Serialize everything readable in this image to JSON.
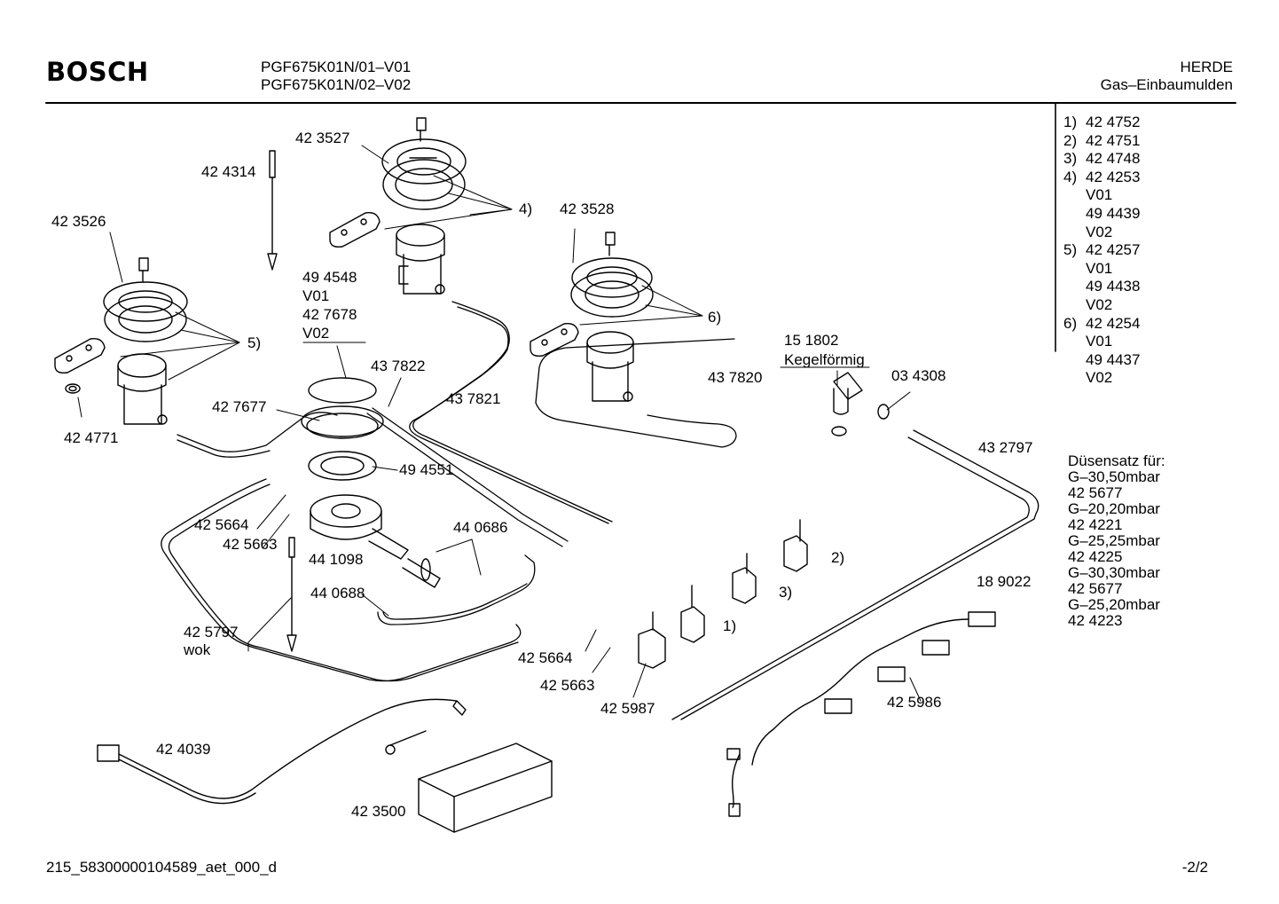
{
  "header": {
    "brand": "BOSCH",
    "models": [
      "PGF675K01N/01–V01",
      "PGF675K01N/02–V02"
    ],
    "category": "HERDE",
    "subcategory": "Gas–Einbaumulden"
  },
  "legend": [
    {
      "key": "1)",
      "value": "42 4752"
    },
    {
      "key": "2)",
      "value": "42 4751"
    },
    {
      "key": "3)",
      "value": "42 4748"
    },
    {
      "key": "4)",
      "value": "42 4253"
    },
    {
      "key": "",
      "value": "V01"
    },
    {
      "key": "",
      "value": "49 4439"
    },
    {
      "key": "",
      "value": "V02"
    },
    {
      "key": "5)",
      "value": "42 4257"
    },
    {
      "key": "",
      "value": "V01"
    },
    {
      "key": "",
      "value": "49 4438"
    },
    {
      "key": "",
      "value": "V02"
    },
    {
      "key": "6)",
      "value": "42 4254"
    },
    {
      "key": "",
      "value": "V01"
    },
    {
      "key": "",
      "value": "49 4437"
    },
    {
      "key": "",
      "value": "V02"
    }
  ],
  "nozzle_set": {
    "title": "Düsensatz für:",
    "lines": [
      "G–30,50mbar",
      "42 5677",
      "G–20,20mbar",
      "42 4221",
      "G–25,25mbar",
      "42 4225",
      "G–30,30mbar",
      "42 5677",
      "G–25,20mbar",
      "42 4223"
    ]
  },
  "parts": {
    "p423527": "42 3527",
    "p424314": "42 4314",
    "ref4": "4)",
    "p423528": "42 3528",
    "p423526": "42 3526",
    "p494548": "49 4548",
    "v01a": "V01",
    "p427678": "42 7678",
    "v02a": "V02",
    "ref5": "5)",
    "ref6": "6)",
    "p151802": "15 1802",
    "kegel": "Kegelförmig",
    "p437822": "43 7822",
    "p437820": "43 7820",
    "p034308": "03 4308",
    "p427677": "42 7677",
    "p437821": "43 7821",
    "p424771": "42 4771",
    "p432797": "43 2797",
    "p494551": "49 4551",
    "p425664a": "42 5664",
    "p425663a": "42 5663",
    "p440686": "44 0686",
    "p441098": "44 1098",
    "ref2": "2)",
    "p440688": "44 0688",
    "ref3": "3)",
    "p189022": "18 9022",
    "p425797": "42 5797",
    "wok": "wok",
    "ref1": "1)",
    "p425664b": "42 5664",
    "p425663b": "42 5663",
    "p425987": "42 5987",
    "p425986": "42 5986",
    "p424039": "42 4039",
    "p423500": "42 3500"
  },
  "footer": {
    "doc_id": "215_58300000104589_aet_000_d",
    "page": "-2/2"
  }
}
